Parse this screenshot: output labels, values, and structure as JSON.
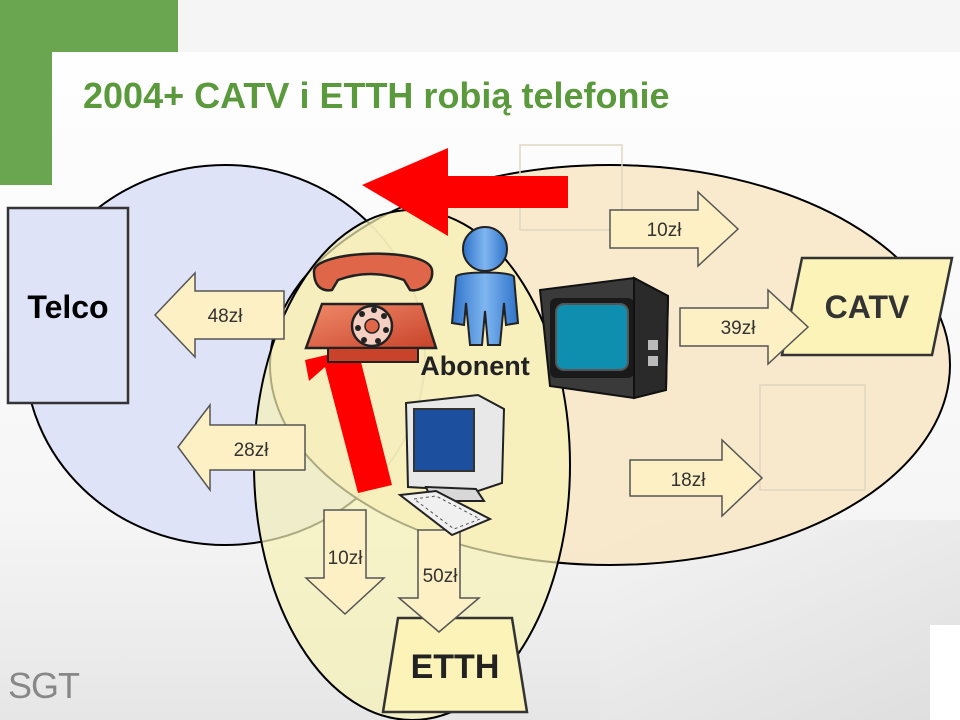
{
  "slide": {
    "title": "2004+ CATV i ETTH robią telefonie"
  },
  "nodes": {
    "telco": "Telco",
    "catv": "CATV",
    "etth": "ETTH",
    "subscriber": "Abonent"
  },
  "flows": {
    "telco_voice": "48zł",
    "telco_data": "28zł",
    "catv_to_telco": "10zł",
    "catv_tv": "39zł",
    "catv_data": "18zł",
    "etth_voice": "10zł",
    "etth_data": "50zł"
  },
  "logo": {
    "text": "SGT"
  },
  "colors": {
    "title": "#5a9a3c",
    "accent_green": "#6aa64f",
    "telco_area": "#dfe3f7",
    "catv_area": "#f8e6c6",
    "etth_area": "#f6f2b6",
    "box_fill": "#fbf3b8",
    "arrow_red": "#ff0000",
    "flow_arrow": "#fdf0c4",
    "box_border": "#444444"
  },
  "icons": [
    "telephone-icon",
    "person-icon",
    "tv-icon",
    "computer-icon"
  ]
}
